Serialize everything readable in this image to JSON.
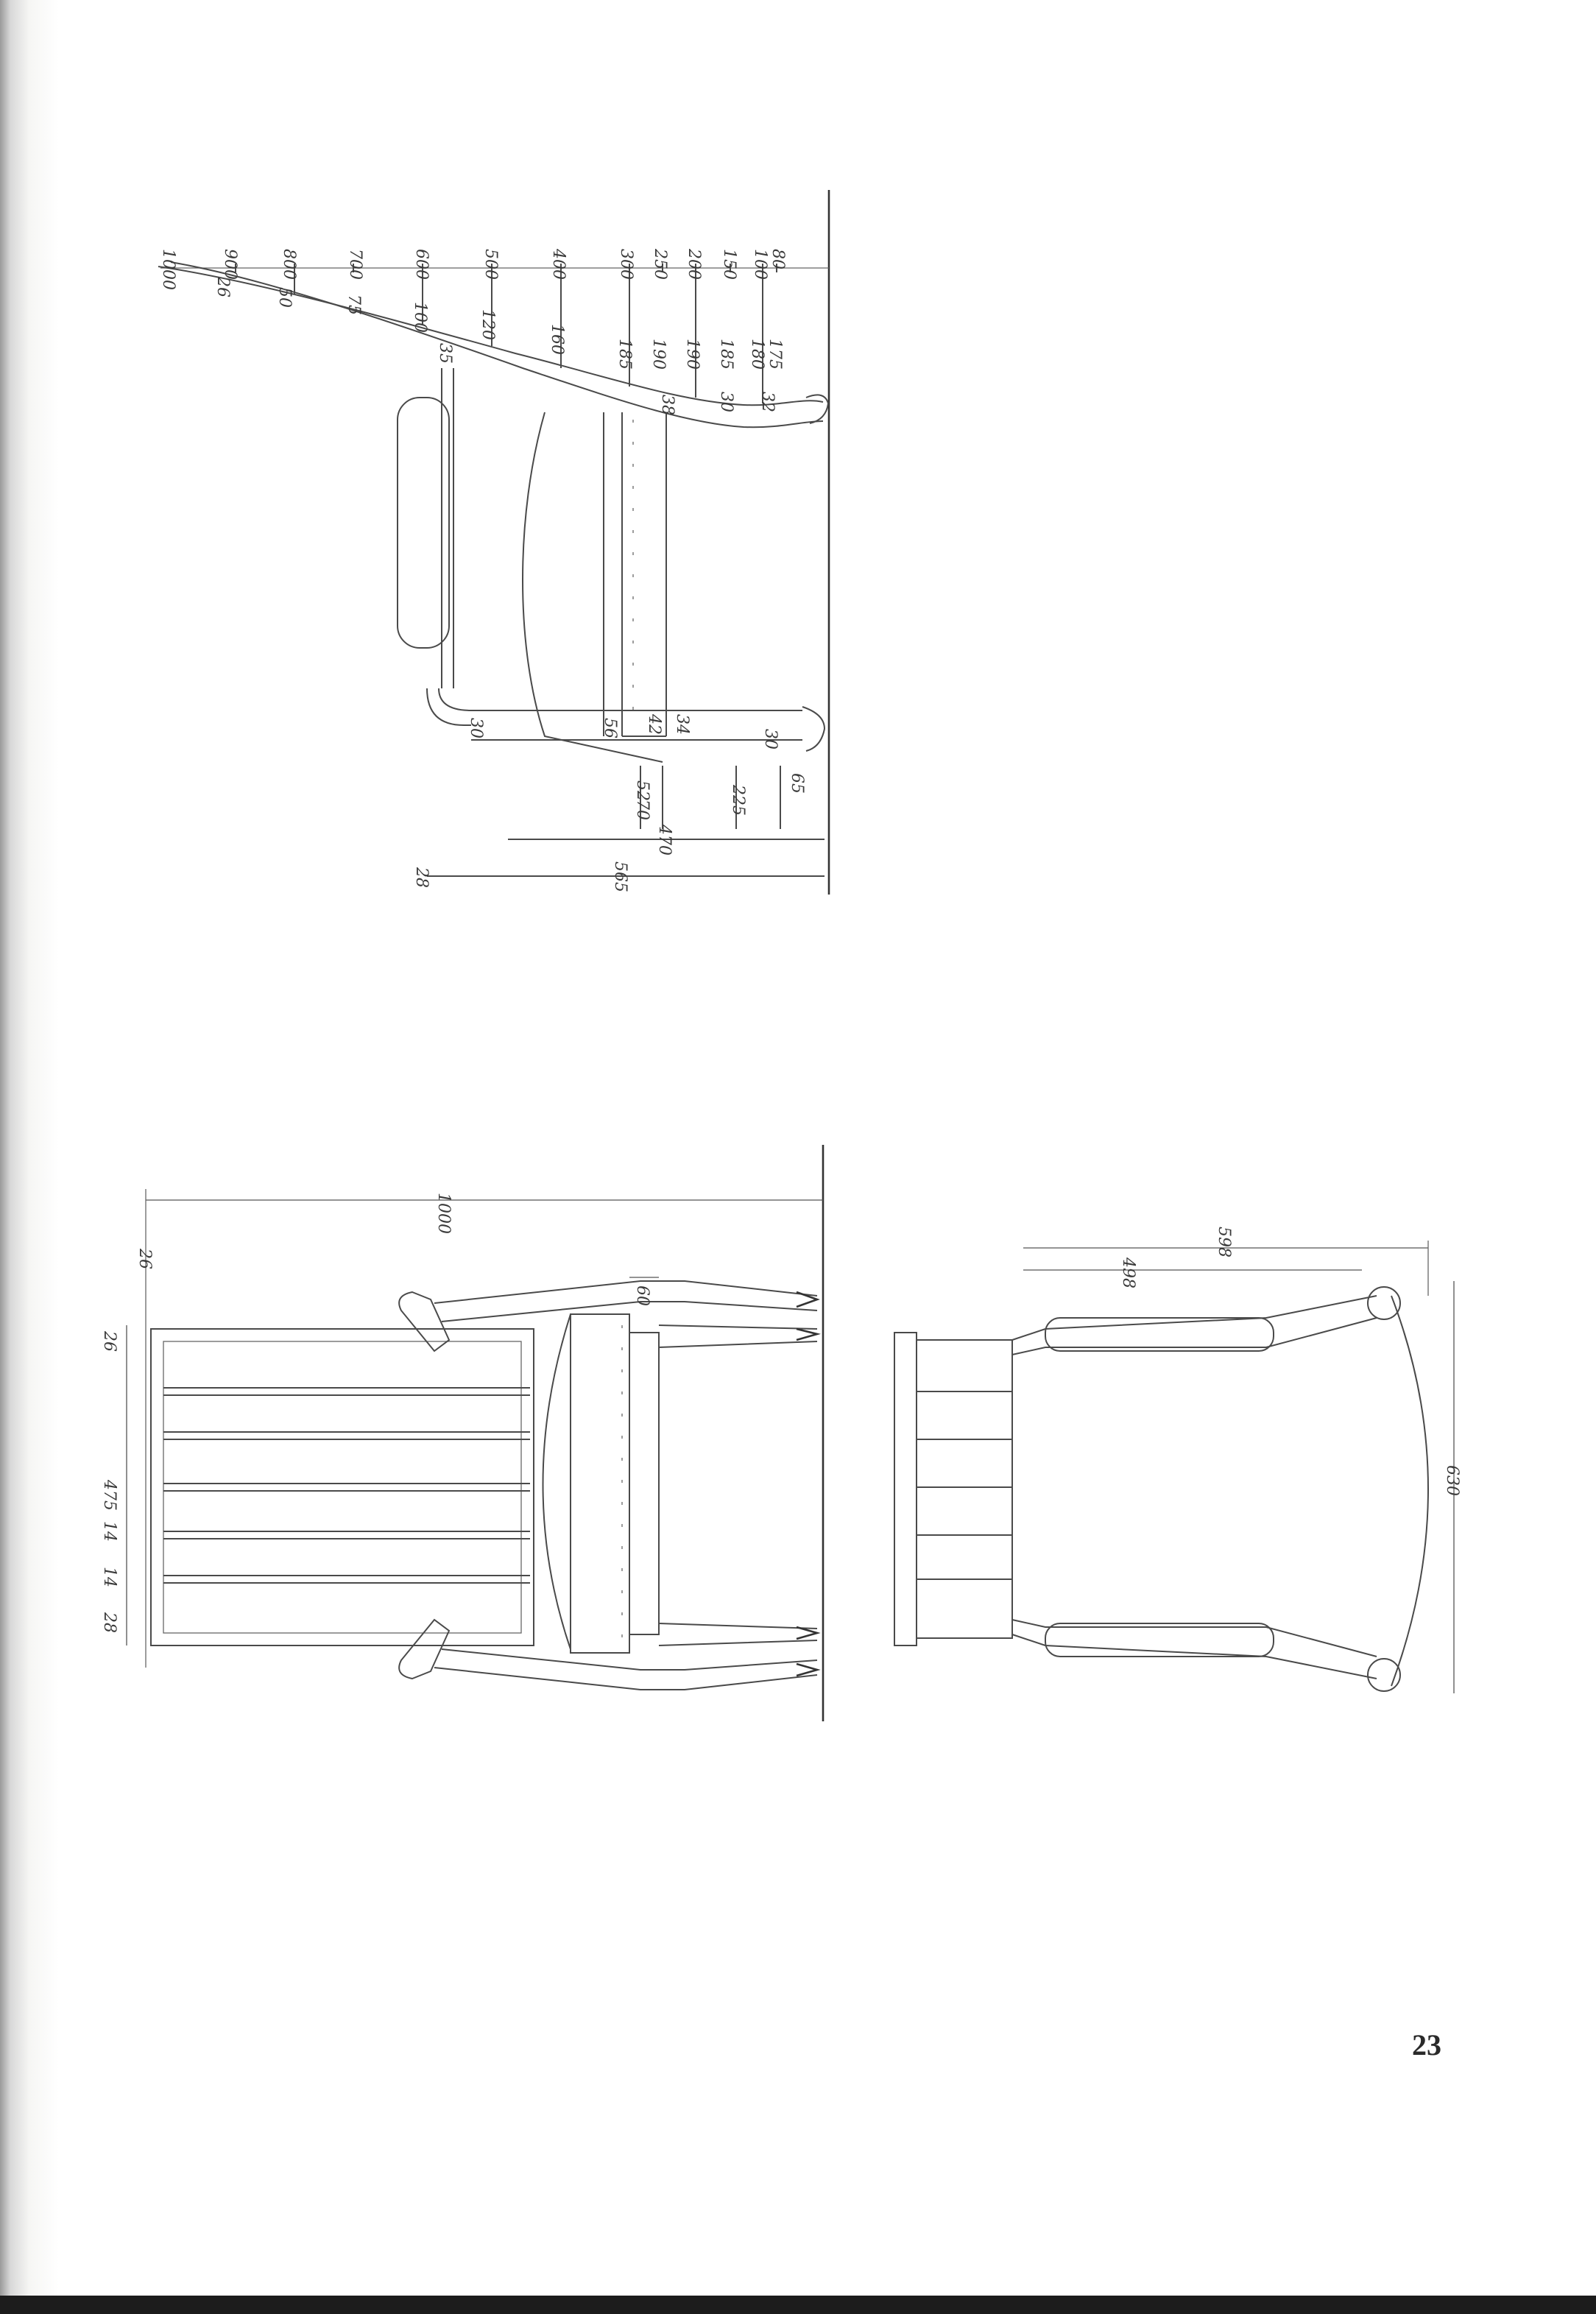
{
  "page_number": "23",
  "side_view": {
    "height_labels": [
      "1000",
      "900",
      "800",
      "700",
      "600",
      "500",
      "400",
      "300",
      "250",
      "200",
      "150",
      "100",
      "80"
    ],
    "profile_labels": [
      "26",
      "50",
      "75",
      "100",
      "120",
      "160",
      "185",
      "190",
      "190",
      "185",
      "180",
      "175"
    ],
    "joint_labels": [
      "35",
      "38",
      "30",
      "32",
      "30",
      "56",
      "42",
      "34",
      "30"
    ],
    "depth_labels": [
      "70",
      "52",
      "225",
      "65",
      "470",
      "565",
      "28"
    ]
  },
  "front_view": {
    "height_label": "1000",
    "width_labels": [
      "475",
      "14",
      "14",
      "28",
      "26",
      "26"
    ],
    "seat_label": "60"
  },
  "top_view": {
    "width_labels": [
      "598",
      "498",
      "630"
    ]
  }
}
